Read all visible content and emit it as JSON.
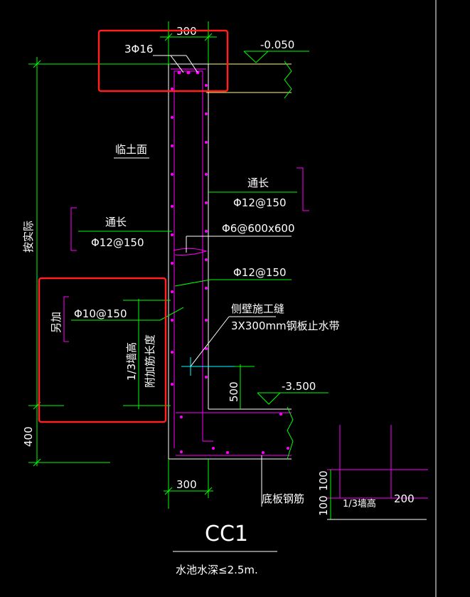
{
  "drawing": {
    "title": "CC1",
    "subtitle": "水池水深≤2.5m.",
    "colors": {
      "background": "#000000",
      "dimension": "#00ff00",
      "rebar": "#ff00ff",
      "text": "#ffffff",
      "highlight": "#ff2020",
      "ground": "#ffff66",
      "waterstop": "#00ffff"
    }
  },
  "dimensions": {
    "wall_top": "300",
    "wall_bottom": "300",
    "height_label": "按实际",
    "base": "400",
    "extra": "500",
    "inset_a": "100",
    "inset_b": "100",
    "inset_c": "200"
  },
  "elevations": {
    "top": "-0.050",
    "bottom": "-3.500"
  },
  "annotations": {
    "top_bars": "3Φ16",
    "soil_face": "临土面",
    "through_right": "通长",
    "through_right_spec": "Φ12@150",
    "through_left": "通长",
    "through_left_spec": "Φ12@150",
    "tie": "Φ6@600x600",
    "inner_spec": "Φ12@150",
    "extra_add": "另加",
    "extra_spec": "Φ10@150",
    "third_height": "1/3墙高",
    "extra_length": "附加筋长度",
    "joint": "侧壁施工缝",
    "waterstop": "3X300mm钢板止水带",
    "slab_rebar": "底板钢筋",
    "inset_third": "1/3墙高"
  }
}
